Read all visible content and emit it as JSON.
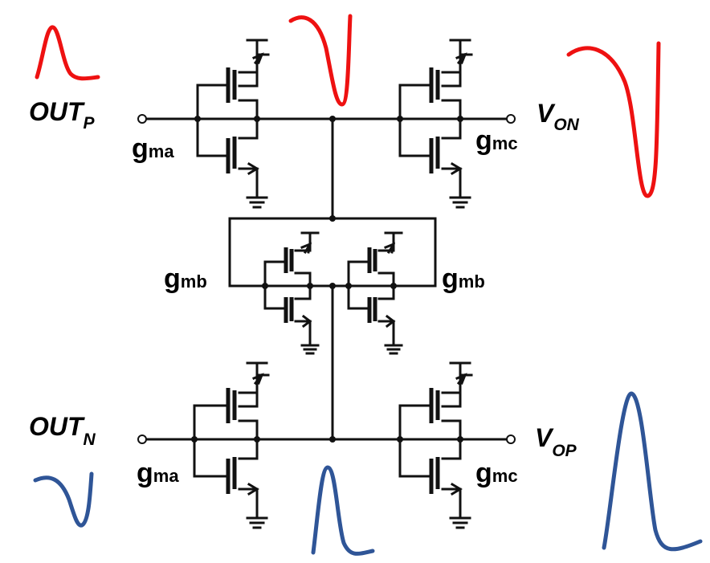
{
  "labels": {
    "out_p": {
      "main": "OUT",
      "sub": "P"
    },
    "out_n": {
      "main": "OUT",
      "sub": "N"
    },
    "v_on": {
      "main": "V",
      "sub": "ON"
    },
    "v_op": {
      "main": "V",
      "sub": "OP"
    },
    "gma": {
      "main": "g",
      "sub": "ma"
    },
    "gmb": {
      "main": "g",
      "sub": "mb"
    },
    "gmc": {
      "main": "g",
      "sub": "mc"
    }
  },
  "colors": {
    "upper_waveforms": "#ee1111",
    "lower_waveforms": "#2f5597",
    "circuit": "#111111"
  }
}
